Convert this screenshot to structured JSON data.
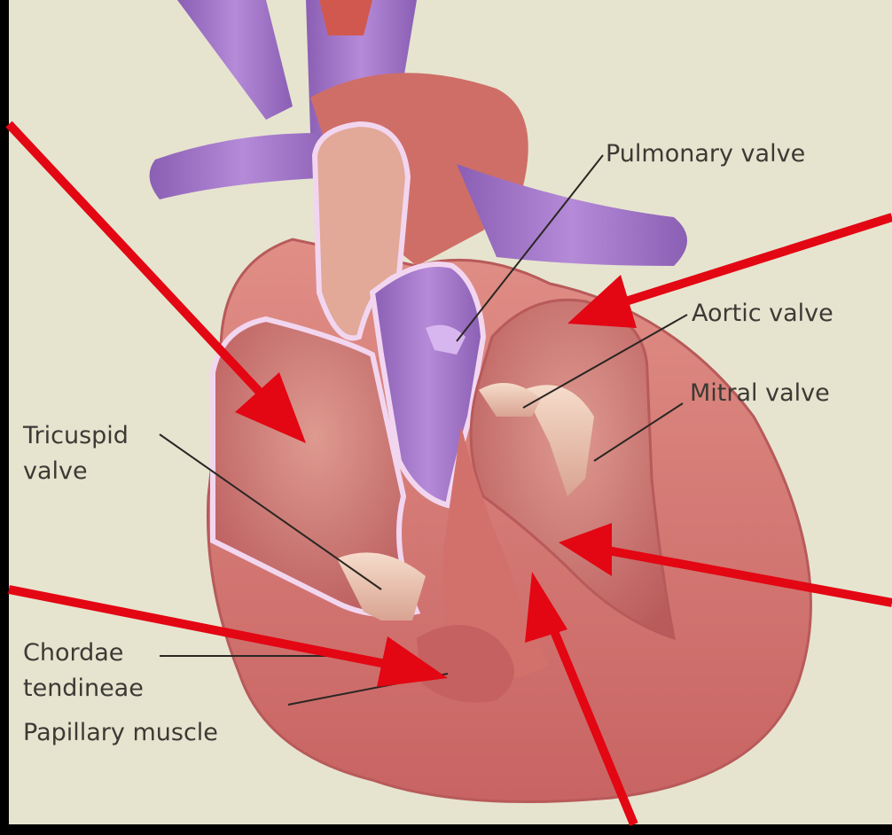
{
  "figure": {
    "colors": {
      "background": "#e6e4cf",
      "frame": "#000000",
      "arrow": "#e30613",
      "leader_line": "#2a2622",
      "label_text": "#3c3a34",
      "vein_purple": "#9a6fc0",
      "vein_purple_light": "#c7a6e0",
      "heart_wall": "#d57873",
      "heart_wall_dark": "#bd5f5d",
      "chamber_interior": "#c26664",
      "valve_tissue": "#f0c8b6",
      "chamber_outline": "#f2d6f0"
    },
    "labels": {
      "pulmonary_valve": "Pulmonary valve",
      "aortic_valve": "Aortic valve",
      "mitral_valve": "Mitral valve",
      "tricuspid_valve_line1": "Tricuspid",
      "tricuspid_valve_line2": "valve",
      "chordae_tendineae_line1": "Chordae",
      "chordae_tendineae_line2": "tendineae",
      "papillary_muscle": "Papillary muscle"
    },
    "arrows": [
      {
        "target": "right atrium",
        "from_edge": "top-left"
      },
      {
        "target": "left atrium",
        "from_edge": "right"
      },
      {
        "target": "left ventricle",
        "from_edge": "right"
      },
      {
        "target": "papillary muscle region",
        "from_edge": "left"
      },
      {
        "target": "interventricular septum",
        "from_edge": "bottom"
      }
    ]
  }
}
